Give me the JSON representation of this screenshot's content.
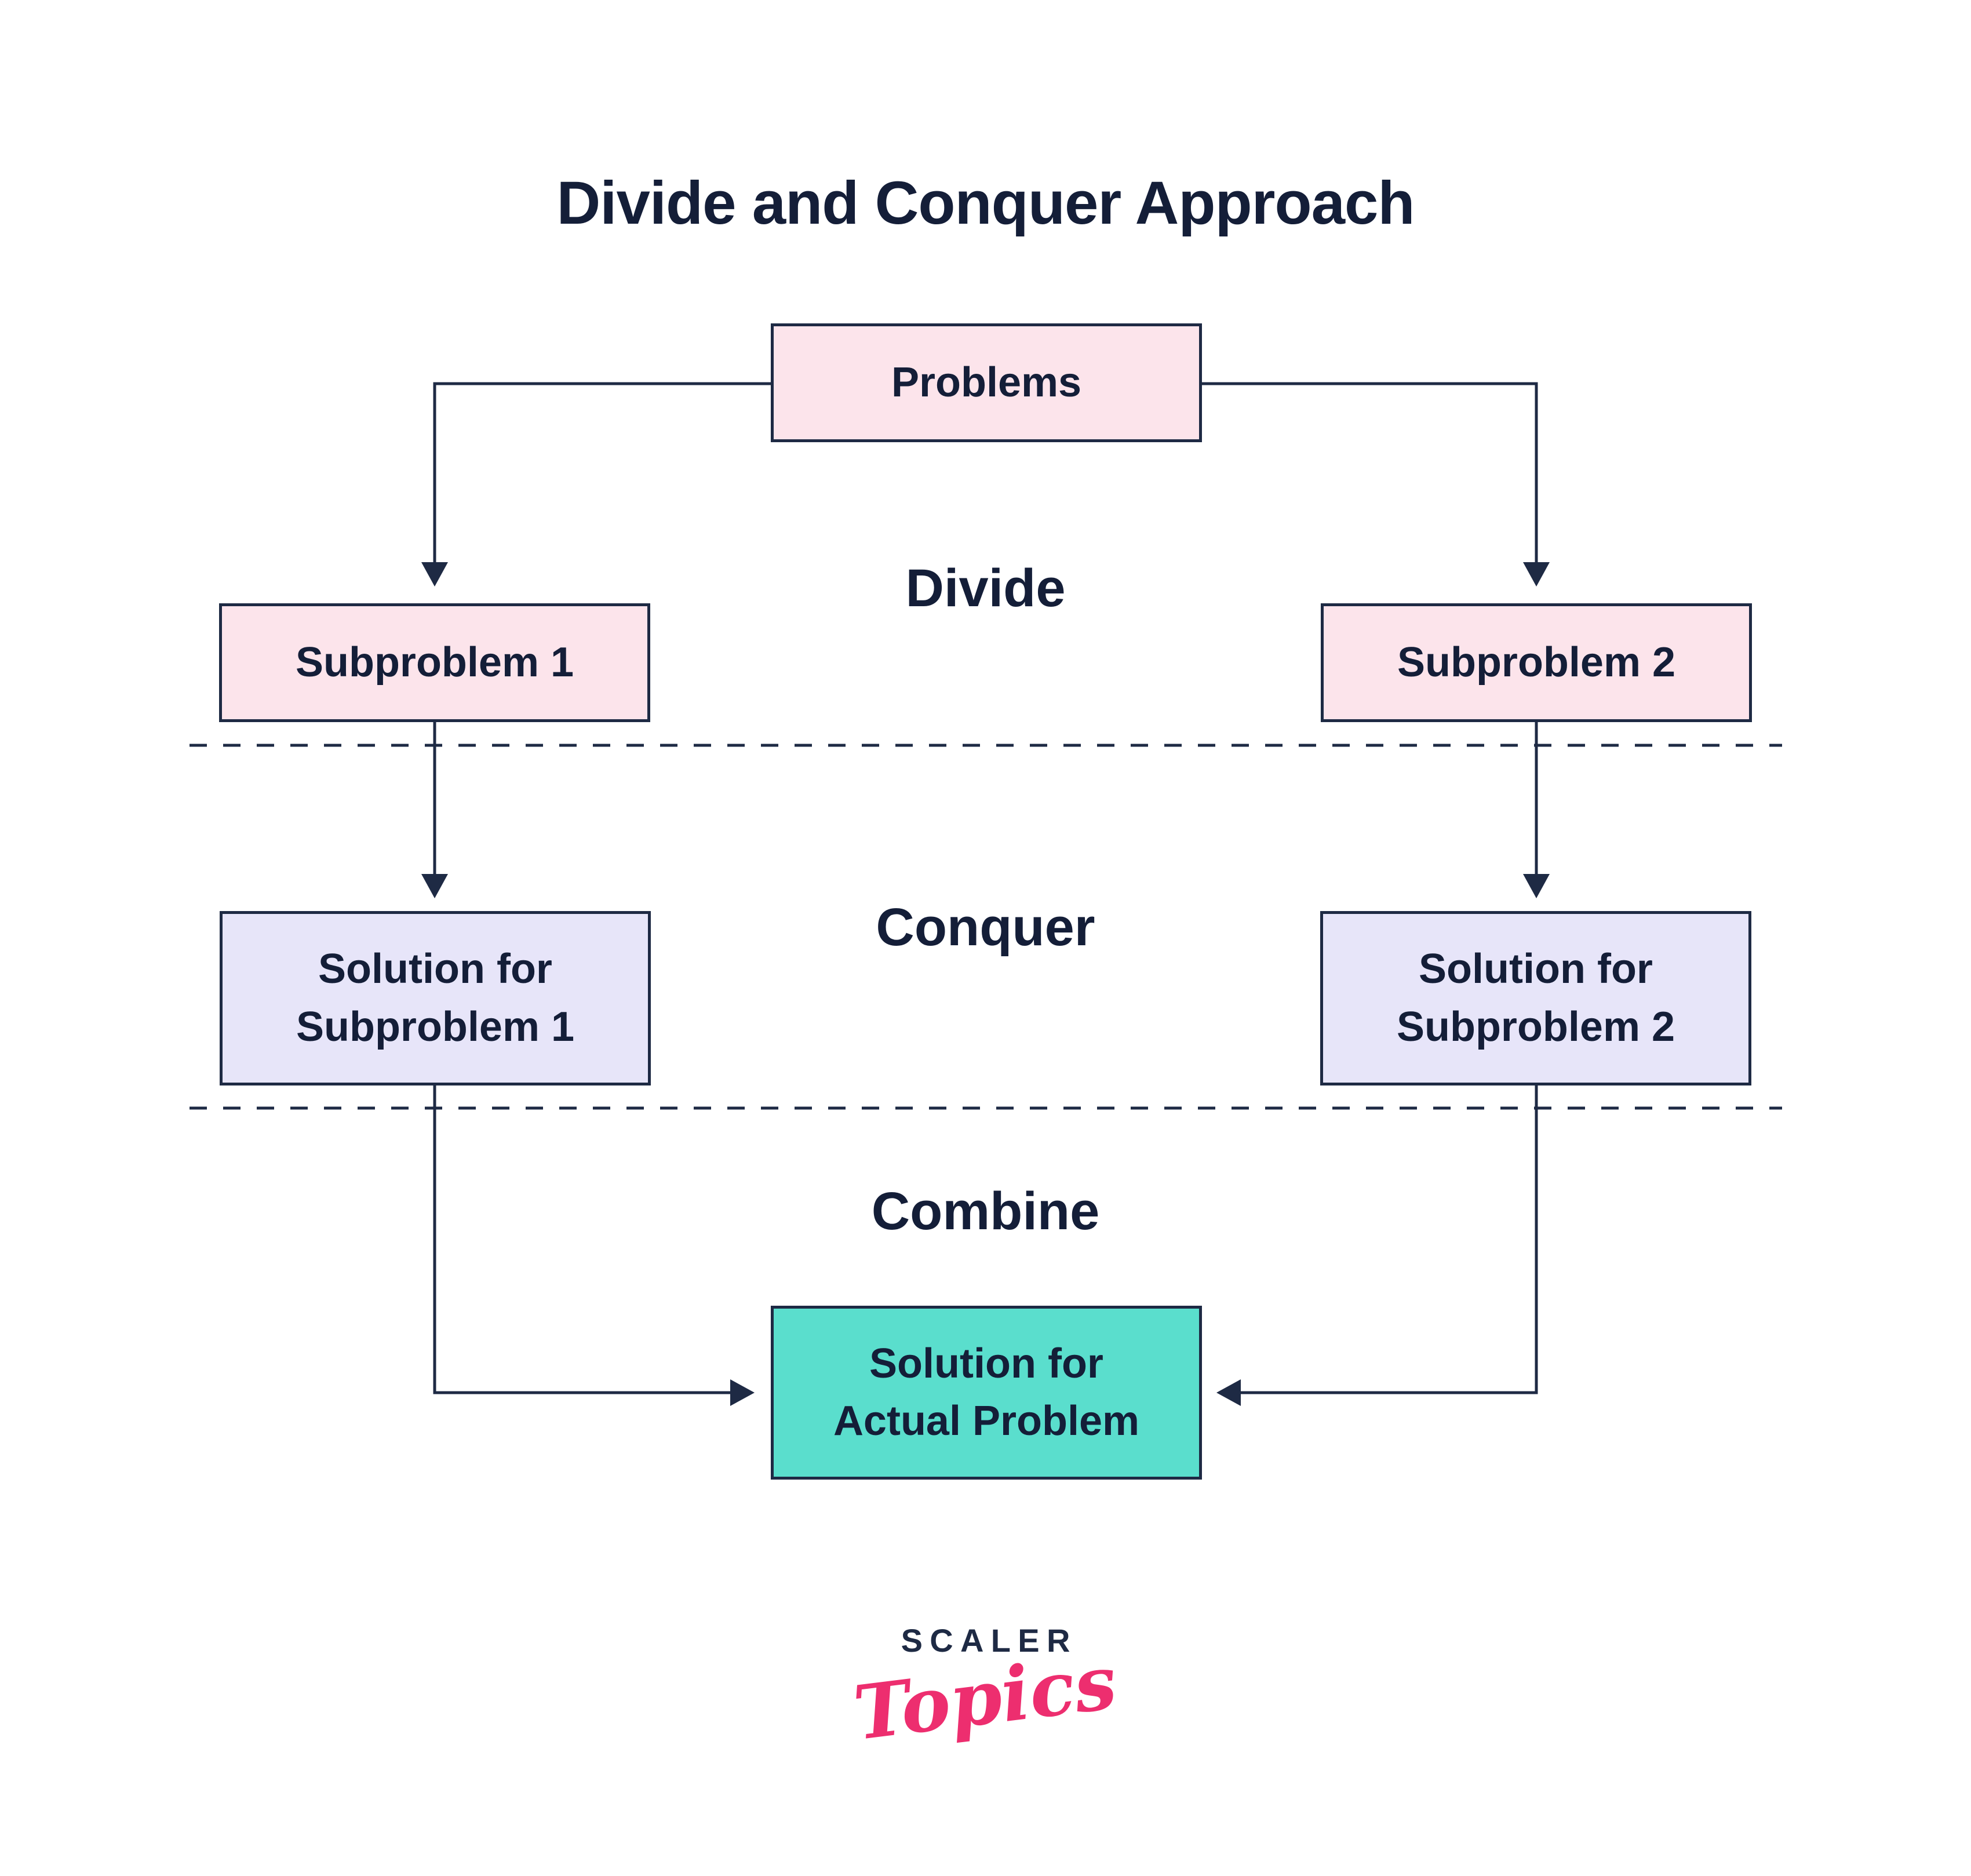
{
  "diagram": {
    "title": "Divide and Conquer Approach",
    "stages": {
      "divide": "Divide",
      "conquer": "Conquer",
      "combine": "Combine"
    },
    "nodes": {
      "problems": {
        "label": "Problems"
      },
      "subproblem_1": {
        "label": "Subproblem 1"
      },
      "subproblem_2": {
        "label": "Subproblem 2"
      },
      "solution_subproblem_1": {
        "label": "Solution for\nSubproblem 1"
      },
      "solution_subproblem_2": {
        "label": "Solution for\nSubproblem 2"
      },
      "solution_actual_problem": {
        "label": "Solution for\nActual Problem"
      }
    },
    "colors": {
      "background": "#ffffff",
      "line_and_text_navy": "#1e2a44",
      "problem_box_fill": "#fce4eb",
      "solution_box_fill": "#e7e5f9",
      "final_box_fill": "#5adecd"
    }
  },
  "logo": {
    "brand": "SCALER",
    "product": "Topics",
    "brand_color": "#1e2a44",
    "product_color": "#ed2e6f"
  }
}
